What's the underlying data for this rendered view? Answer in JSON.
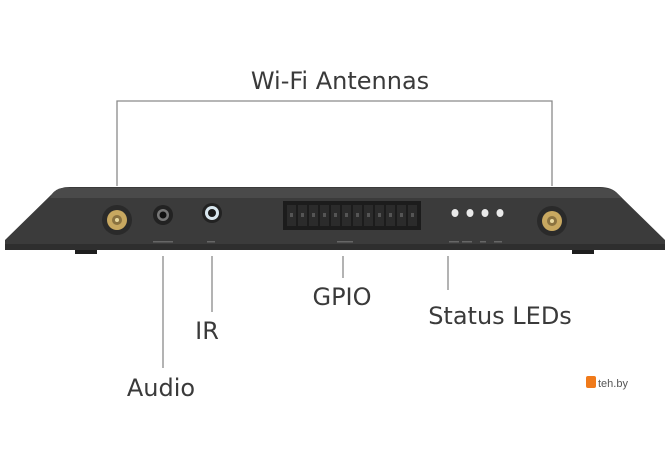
{
  "labels": {
    "wifi_antennas": "Wi-Fi Antennas",
    "audio": "Audio",
    "ir": "IR",
    "gpio": "GPIO",
    "status_leds": "Status LEDs"
  },
  "watermark": "teh.by",
  "colors": {
    "device_body": "#3b3b3b",
    "device_top": "#4a4a4a",
    "leader_line": "#8a8a8a",
    "connector_gold": "#c8a860",
    "watermark_accent": "#f07a1a"
  }
}
